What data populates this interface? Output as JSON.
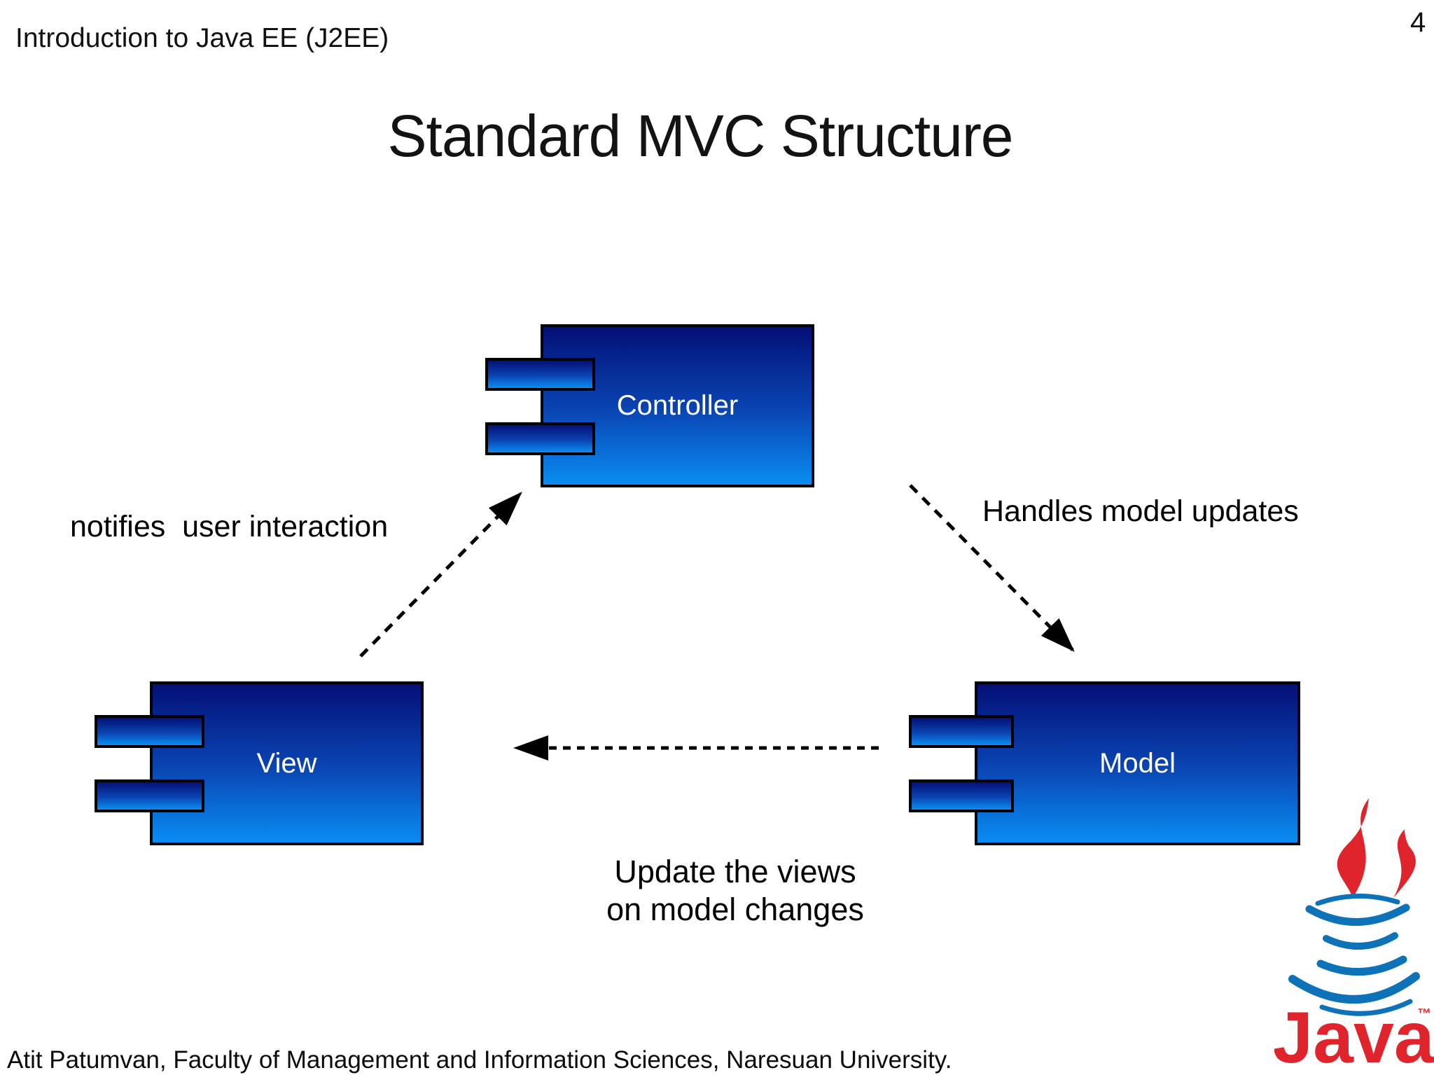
{
  "page_number": "4",
  "header": {
    "title": "Introduction to Java EE (J2EE)"
  },
  "slide": {
    "title": "Standard MVC Structure"
  },
  "diagram": {
    "components": [
      {
        "id": "controller",
        "label": "Controller"
      },
      {
        "id": "view",
        "label": "View"
      },
      {
        "id": "model",
        "label": "Model"
      }
    ],
    "arrow_labels": {
      "view_to_controller": "notifies  user interaction",
      "controller_to_model": "Handles model updates",
      "model_to_view_line1": "Update the views",
      "model_to_view_line2": "on model changes"
    }
  },
  "logo": {
    "wordmark": "Java",
    "trademark": "™"
  },
  "footer": {
    "credit": "Atit Patumvan, Faculty of Management and Information Sciences, Naresuan University."
  },
  "colors": {
    "component_top": "#041077",
    "component_mid": "#0a44b2",
    "component_bottom": "#0a8df2",
    "arrow": "#000000",
    "java_red": "#df242b",
    "java_blue": "#0e72b8"
  }
}
